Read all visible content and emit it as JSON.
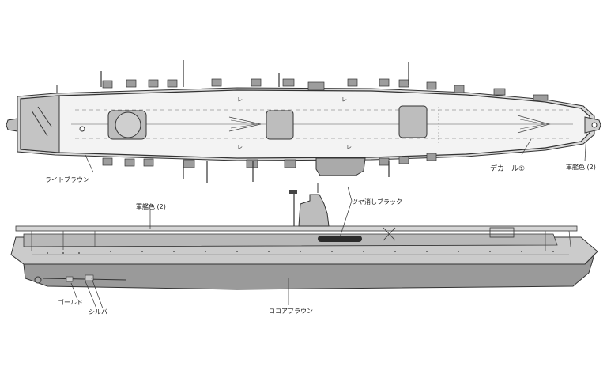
{
  "labels": {
    "light_brown": "ライトブラウン",
    "decal": "デカール①",
    "warship_color_top": "軍艦色 (2)",
    "matte_black": "ツヤ消しブラック",
    "warship_color_side": "軍艦色 (2)",
    "gold": "ゴールド",
    "silver": "シルバ",
    "cocoa_brown": "ココアブラウン"
  },
  "colors": {
    "deck": "#f1f1f1",
    "hull_grey": "#c9c9c9",
    "hull_dark": "#8e8e8e",
    "lower_hull": "#9a9a9a",
    "black": "#2b2b2b",
    "line": "#333333"
  }
}
